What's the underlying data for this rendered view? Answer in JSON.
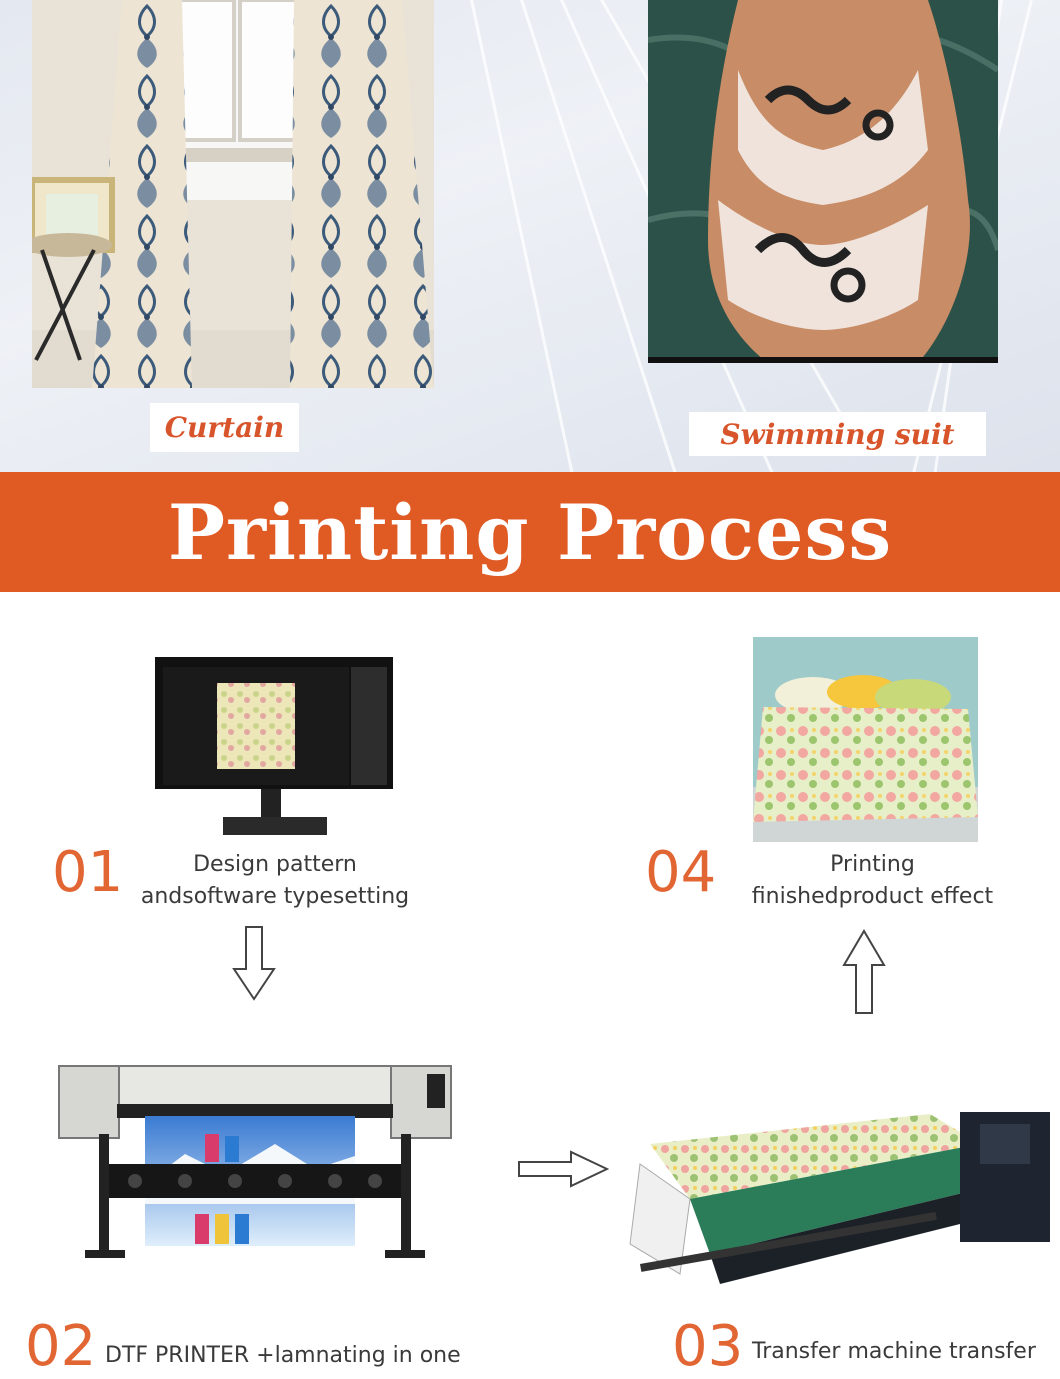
{
  "gallery": {
    "curtain_label": "Curtain",
    "swimsuit_label": "Swimming suit"
  },
  "banner": {
    "title": "Printing Process"
  },
  "steps": [
    {
      "number": "01",
      "line1": "Design pattern",
      "line2": "andsoftware typesetting"
    },
    {
      "number": "02",
      "line1": "DTF PRINTER +lamnating in one",
      "line2": ""
    },
    {
      "number": "03",
      "line1": "Transfer machine transfer",
      "line2": ""
    },
    {
      "number": "04",
      "line1": "Printing",
      "line2": "finishedproduct effect"
    }
  ],
  "colors": {
    "accent": "#e05a24",
    "number": "#e16633"
  }
}
